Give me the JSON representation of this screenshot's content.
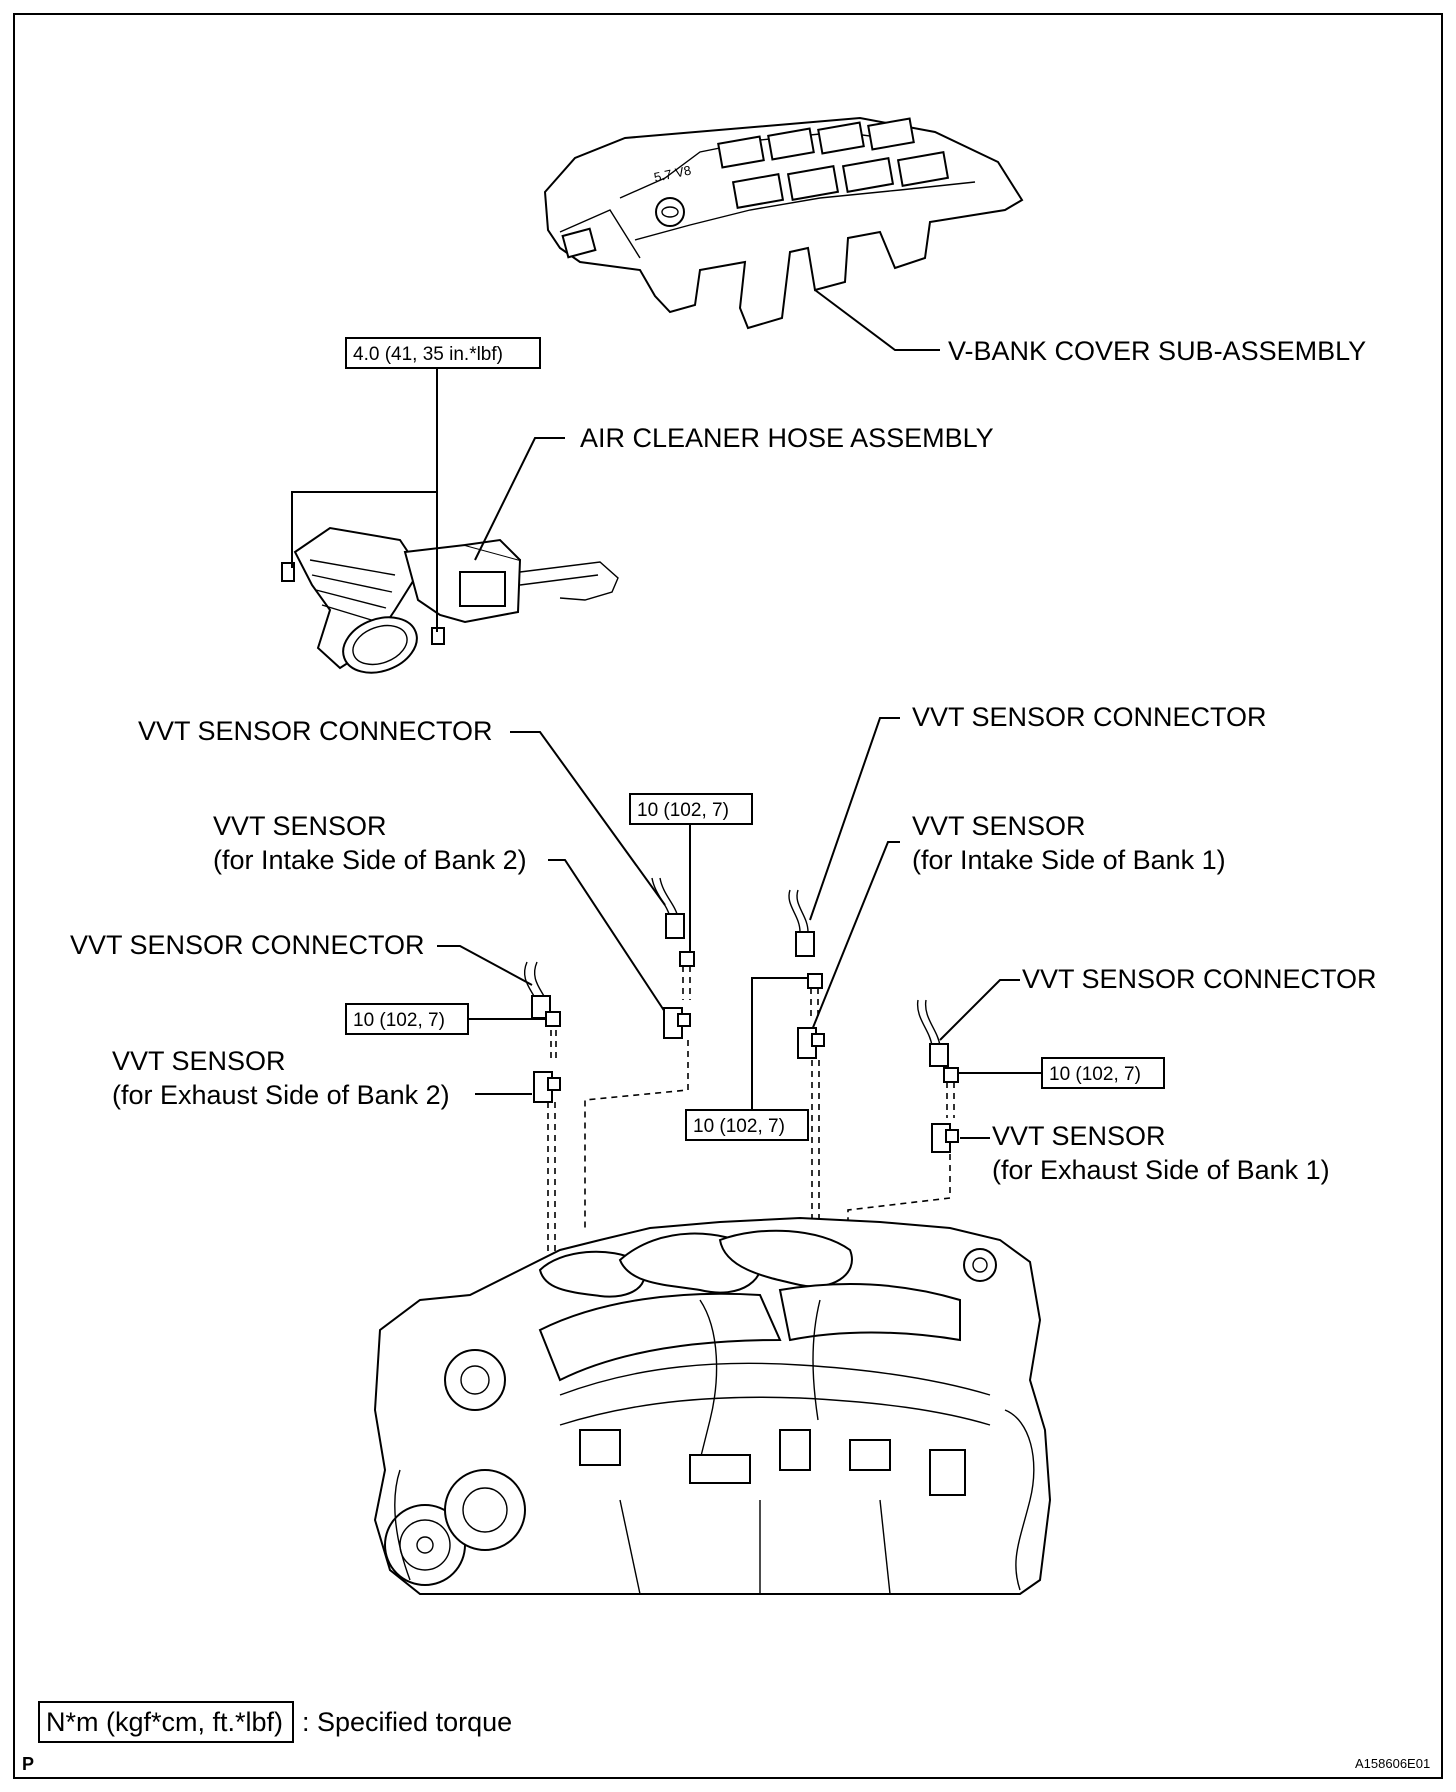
{
  "parts": {
    "v_bank_cover": "V-BANK COVER SUB-ASSEMBLY",
    "air_cleaner_hose": "AIR CLEANER HOSE ASSEMBLY",
    "connector_intake_b2": "VVT SENSOR CONNECTOR",
    "connector_intake_b1": "VVT SENSOR CONNECTOR",
    "connector_exhaust_b2": "VVT SENSOR CONNECTOR",
    "connector_exhaust_b1": "VVT SENSOR CONNECTOR",
    "sensor_intake_b2": {
      "line1": "VVT SENSOR",
      "line2": "(for Intake Side of Bank 2)"
    },
    "sensor_intake_b1": {
      "line1": "VVT SENSOR",
      "line2": "(for Intake Side of Bank 1)"
    },
    "sensor_exhaust_b2": {
      "line1": "VVT SENSOR",
      "line2": "(for Exhaust Side of Bank 2)"
    },
    "sensor_exhaust_b1": {
      "line1": "VVT SENSOR",
      "line2": "(for Exhaust Side of Bank 1)"
    }
  },
  "torques": {
    "hose_clamp": "4.0 (41, 35 in.*lbf)",
    "bolt_intake_b2": "10 (102, 7)",
    "bolt_intake_b1": "10 (102, 7)",
    "bolt_exhaust_b2": "10 (102, 7)",
    "bolt_exhaust_b1": "10 (102, 7)"
  },
  "legend": {
    "unit_box": "N*m (kgf*cm, ft.*lbf)",
    "description": ": Specified torque"
  },
  "footer": {
    "corner_letter": "P",
    "figure_id": "A158606E01"
  },
  "cover_badge": "5.7 V8"
}
